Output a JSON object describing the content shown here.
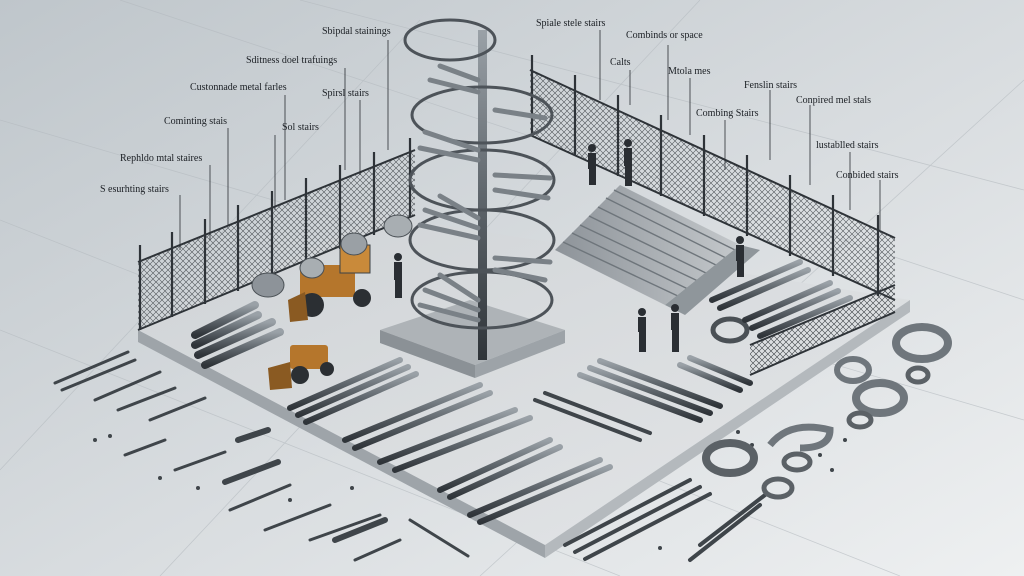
{
  "image": {
    "description_alt": "Isometric illustration of a fenced concrete yard with a central spiral staircase, straight stairs, workers, a small tractor and an assortment of steel bars, pipes, rings and fasteners laid out in front."
  },
  "callouts": [
    {
      "id": "spiral-stainings",
      "text": "Sbipdal stainings"
    },
    {
      "id": "spiale-stele-stairs",
      "text": "Spiale stele stairs"
    },
    {
      "id": "combinds-or-space",
      "text": "Combinds or space"
    },
    {
      "id": "stiness-doel-trafuings",
      "text": "Sditness doel trafuings"
    },
    {
      "id": "calts",
      "text": "Calts"
    },
    {
      "id": "mtola-mes",
      "text": "Mtola mes"
    },
    {
      "id": "customade-metal-farles",
      "text": "Custonnade metal farles"
    },
    {
      "id": "spirsl-stairs",
      "text": "Spirsl stairs"
    },
    {
      "id": "fenslin-stairs",
      "text": "Fenslin stairs"
    },
    {
      "id": "conpired-mel-stals",
      "text": "Conpired mel stals"
    },
    {
      "id": "combing-stairs",
      "text": "Combing Stairs"
    },
    {
      "id": "comunting-stais",
      "text": "Cominting stais"
    },
    {
      "id": "sol-stairs",
      "text": "Sol stairs"
    },
    {
      "id": "lustablled-stairs",
      "text": "lustablled stairs"
    },
    {
      "id": "rephldo-mtal-staires",
      "text": "Rephldo mtal staires"
    },
    {
      "id": "conbided-stairs",
      "text": "Conbided stairs"
    },
    {
      "id": "seruthing-stairs",
      "text": "S esurhting stairs"
    }
  ],
  "colors": {
    "floor": "#c3c8cc",
    "platform_top": "#d9dcde",
    "platform_side": "#9ea4a9",
    "steel": "#6f767c",
    "steel_dark": "#3c4247",
    "fence": "#2e3338",
    "tractor": "#b5762c",
    "label_text": "#1b1f24"
  }
}
